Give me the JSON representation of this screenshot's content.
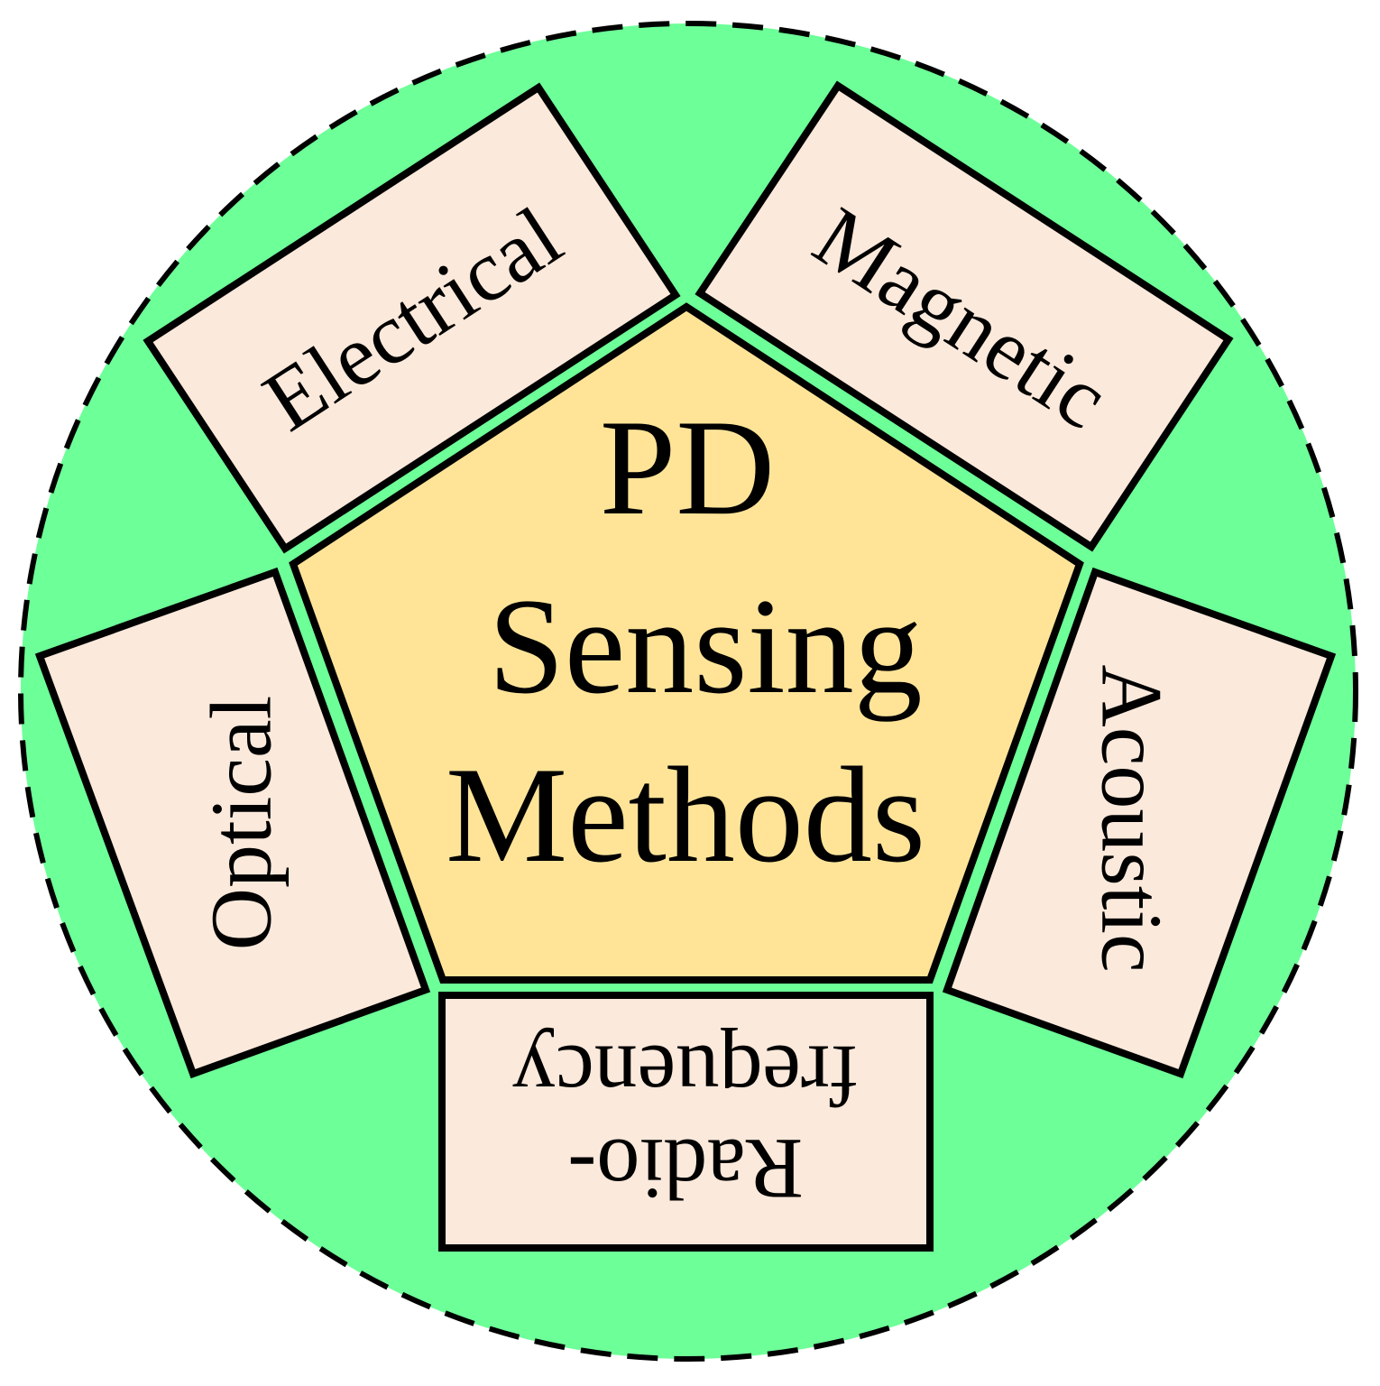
{
  "diagram": {
    "center": {
      "lines": [
        "PD",
        "Sensing",
        "Methods"
      ]
    },
    "methods": [
      {
        "label": "Electrical"
      },
      {
        "label": "Magnetic"
      },
      {
        "label": "Acoustic"
      },
      {
        "label": "Radio-",
        "label2": "frequency"
      },
      {
        "label": "Optical"
      }
    ]
  },
  "colors": {
    "circle_fill": "#6dff98",
    "circle_stroke": "#000000",
    "pentagon_fill": "#ffe498",
    "box_fill": "#fbe9db",
    "text": "#000000"
  }
}
